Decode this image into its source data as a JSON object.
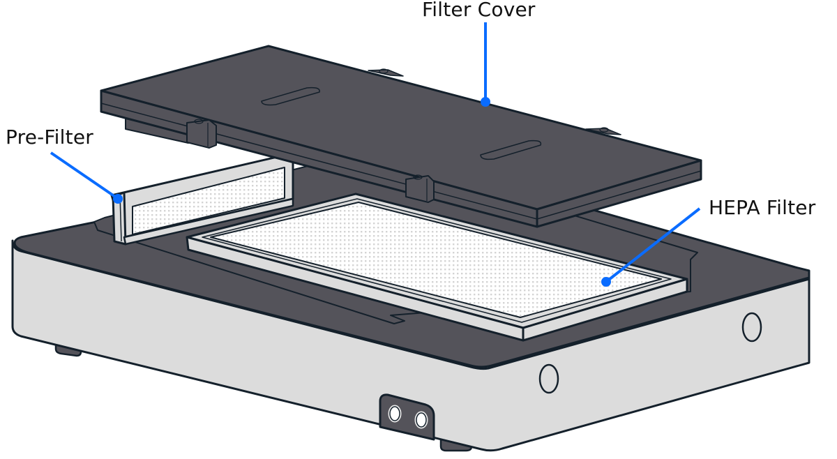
{
  "diagram": {
    "type": "exploded-view",
    "subject": "air purifier filter assembly",
    "colors": {
      "housing_top": "#54535a",
      "housing_side": "#dcdcdc",
      "outline": "#14202b",
      "filter_frame": "#dcdcdc",
      "filter_media": "#ffffff",
      "filter_dots": "#d4d4d4",
      "callout": "#0a6cff"
    },
    "labels": [
      {
        "id": "filter-cover",
        "text": "Filter Cover"
      },
      {
        "id": "pre-filter",
        "text": "Pre-Filter"
      },
      {
        "id": "hepa-filter",
        "text": "HEPA Filter"
      }
    ]
  }
}
